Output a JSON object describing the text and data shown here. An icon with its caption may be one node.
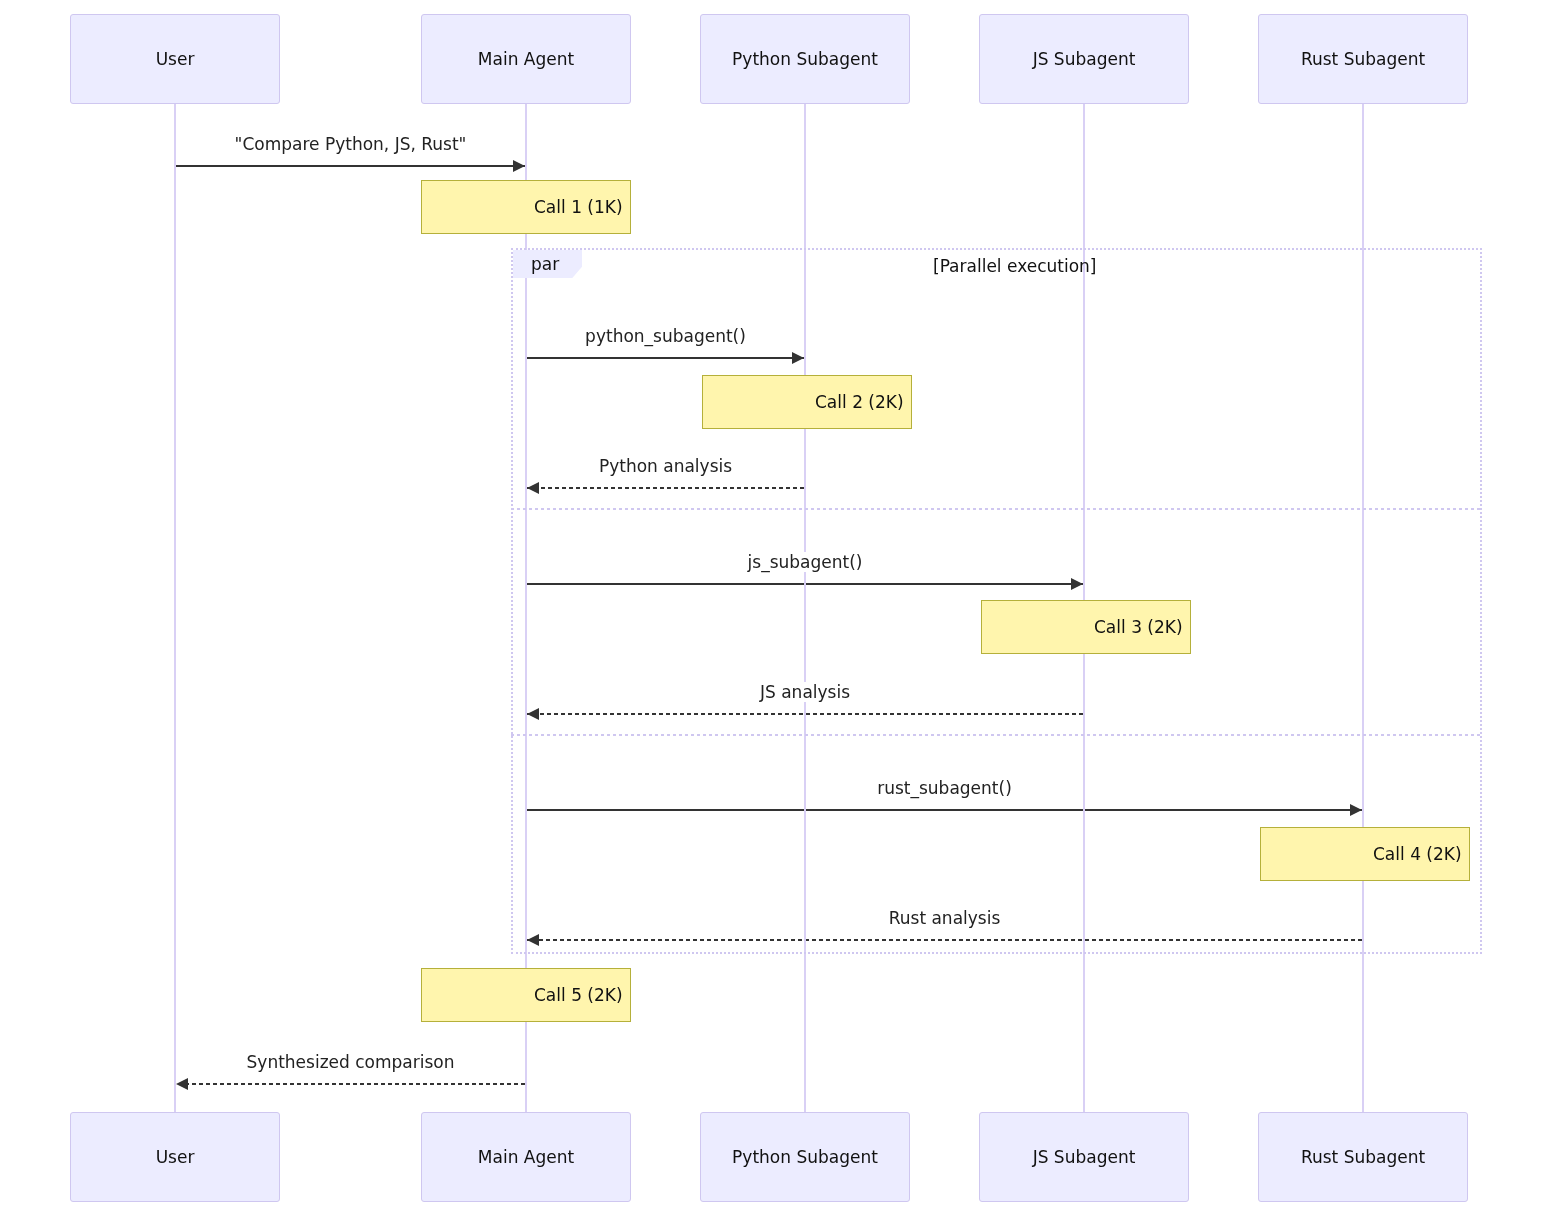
{
  "diagram": {
    "nodes": [
      {
        "text": [
          "User"
        ]
      },
      {
        "text": [
          "Main Agent"
        ]
      },
      {
        "text": [
          "Python Subagent"
        ]
      },
      {
        "text": [
          "JS Subagent"
        ]
      },
      {
        "text": [
          "Rust Subagent"
        ]
      },
      {
        "text": [],
        "shape": "bar"
      },
      {
        "text": [],
        "shape": "bar"
      },
      {
        "text": [],
        "shape": "bar"
      },
      {
        "text": [],
        "shape": "bar"
      },
      {
        "text": [],
        "shape": "bar"
      },
      {
        "text": [
          "Call 1 (1K)"
        ]
      },
      {
        "text": [
          "par",
          "[Parallel execution]"
        ]
      },
      {
        "text": [
          "Call 2 (2K)"
        ],
        "in": 11
      },
      {
        "text": [
          "Call 3 (2K)"
        ],
        "in": 11
      },
      {
        "text": [
          "Call 4 (2K)"
        ],
        "in": 11
      },
      {
        "text": [
          "Call 5 (2K)"
        ]
      },
      {
        "text": [
          "User"
        ]
      },
      {
        "text": [
          "Main Agent"
        ]
      },
      {
        "text": [
          "Python Subagent"
        ]
      },
      {
        "text": [
          "JS Subagent"
        ]
      },
      {
        "text": [
          "Rust Subagent"
        ]
      }
    ],
    "edges": [
      {
        "from": 5,
        "to": 6,
        "arrow": "to",
        "label": "\"Compare Python, JS, Rust\""
      },
      {
        "from": 6,
        "to": 7,
        "arrow": "to",
        "label": "python_subagent()"
      },
      {
        "from": 7,
        "to": 6,
        "arrow": "to",
        "label": "Python analysis",
        "style": "dashed"
      },
      {
        "from": 6,
        "to": 8,
        "arrow": "to",
        "label": "js_subagent()"
      },
      {
        "from": 8,
        "to": 6,
        "arrow": "to",
        "label": "JS analysis",
        "style": "dashed"
      },
      {
        "from": 6,
        "to": 9,
        "arrow": "to",
        "label": "rust_subagent()"
      },
      {
        "from": 9,
        "to": 6,
        "arrow": "to",
        "label": "Rust analysis",
        "style": "dashed"
      },
      {
        "from": 6,
        "to": 5,
        "arrow": "to",
        "label": "Synthesized comparison",
        "style": "dashed"
      }
    ]
  }
}
